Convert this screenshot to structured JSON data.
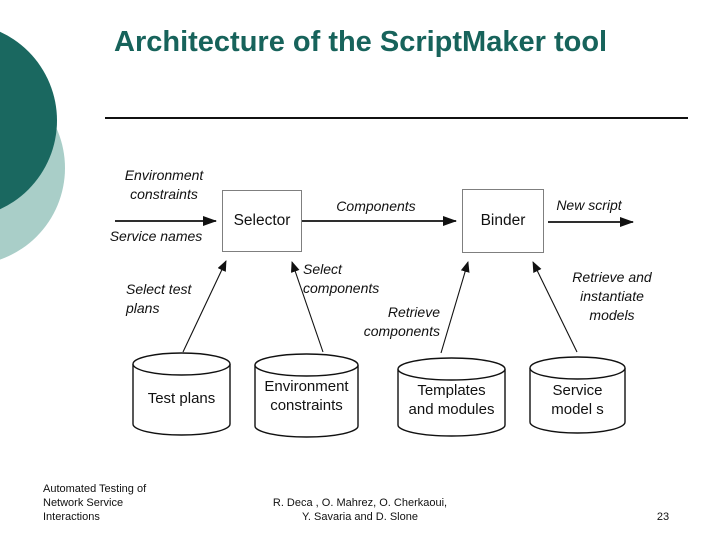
{
  "slide": {
    "title": "Architecture of the ScriptMaker tool",
    "page_number": "23",
    "footer_left_lines": [
      "Automated Testing of",
      "Network Service",
      "Interactions"
    ],
    "footer_center_lines": [
      "R. Deca , O. Mahrez, O. Cherkaoui,",
      "Y. Savaria and D. Slone"
    ],
    "colors": {
      "title": "#17635b",
      "circle_dark": "#1a6860",
      "circle_light": "#a9cec8",
      "diagram_stroke": "#111111"
    }
  },
  "diagram": {
    "nodes": {
      "selector": "Selector",
      "binder": "Binder"
    },
    "datastores": {
      "test_plans": [
        "Test plans"
      ],
      "environment_constraints": [
        "Environment",
        "constraints"
      ],
      "templates_modules": [
        "Templates",
        "and modules"
      ],
      "service_models": [
        "Service",
        "model s"
      ]
    },
    "flow_labels": {
      "env_constraints_in": [
        "Environment",
        "constraints"
      ],
      "service_names": "Service names",
      "components": "Components",
      "new_script": "New script",
      "select_test_plans": [
        "Select test",
        "plans"
      ],
      "select_components": [
        "Select",
        "components"
      ],
      "retrieve_components": [
        "Retrieve",
        "components"
      ],
      "retrieve_instantiate_models": [
        "Retrieve and",
        "instantiate",
        "models"
      ]
    }
  }
}
